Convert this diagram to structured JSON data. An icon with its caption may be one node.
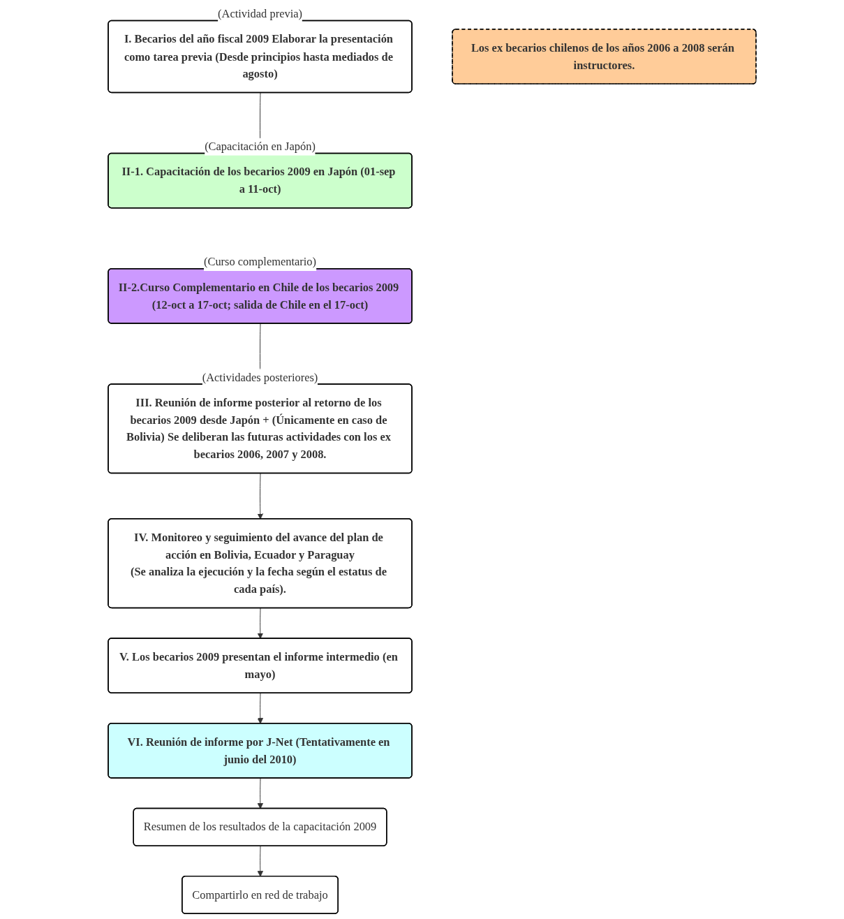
{
  "diagram": {
    "nodes": [
      {
        "text": [
          "I. Becarios del año fiscal 2009 Elaborar la presentación como tarea previa (Desde principios hasta mediados de agosto)"
        ],
        "beside": [
          "(Actividad previa)"
        ]
      },
      {
        "text": [
          "II-1. Capacitación de los becarios 2009 en Japón (01-sep a 11-oct)"
        ],
        "beside": [
          "(Capacitación en Japón)"
        ]
      },
      {
        "text": [
          "II-2.Curso Complementario en Chile de los becarios 2009 (12-oct a 17-oct; salida de Chile en el 17-oct)"
        ],
        "beside": [
          "(Curso complementario)"
        ]
      },
      {
        "text": [
          "Los ex becarios chilenos de los años 2006 a 2008 serán instructores."
        ]
      },
      {
        "text": [
          "III. Reunión de informe posterior al retorno de los becarios 2009 desde Japón + (Únicamente en caso de Bolivia) Se deliberan las futuras actividades con los ex becarios 2006, 2007 y 2008."
        ],
        "beside": [
          "(Actividades posteriores)"
        ]
      },
      {
        "text": [
          "IV. Monitoreo y seguimiento del avance del plan de acción en Bolivia, Ecuador y Paraguay",
          "(Se analiza la ejecución y la fecha según el estatus de cada país)."
        ]
      },
      {
        "text": [
          "V. Los becarios 2009 presentan el informe intermedio (en mayo)"
        ]
      },
      {
        "text": [
          "Compartirlo en red de trabajo"
        ]
      },
      {
        "text": [
          "VI. Reunión de informe por J-Net (Tentativamente en junio del 2010)"
        ]
      },
      {
        "text": [
          "Resumen de los resultados de la capacitación 2009"
        ]
      }
    ],
    "edges": [
      {
        "from": 0,
        "to": 1,
        "arrow": "to"
      },
      {
        "from": 2,
        "to": 4,
        "arrow": "to"
      },
      {
        "from": 4,
        "to": 5,
        "arrow": "to"
      },
      {
        "from": 5,
        "to": 6,
        "arrow": "to"
      },
      {
        "from": 6,
        "to": 8,
        "arrow": "to"
      },
      {
        "from": 8,
        "to": 9,
        "arrow": "to"
      },
      {
        "from": 9,
        "to": 7,
        "arrow": "to"
      }
    ]
  }
}
